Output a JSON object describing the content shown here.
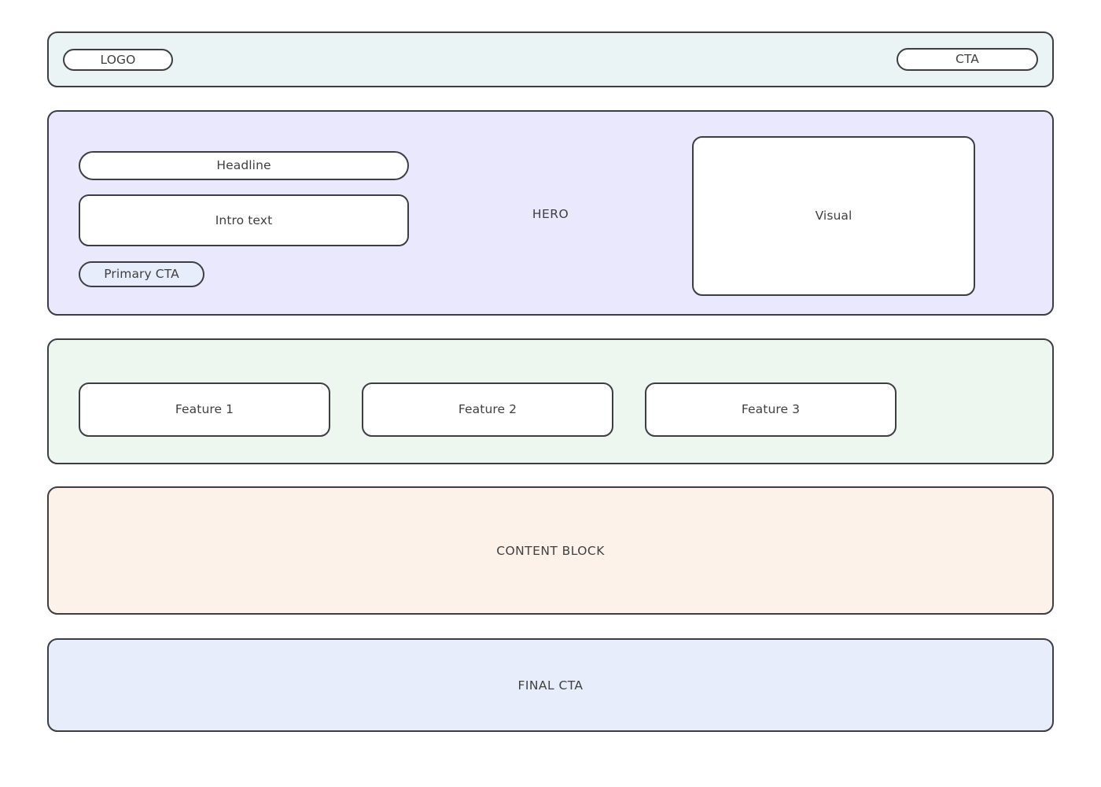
{
  "page": {
    "background_color": "#ffffff",
    "border_color": "#3d3d44",
    "text_color": "#40403f"
  },
  "header": {
    "background_color": "#eaf4f4",
    "logo_label": "LOGO",
    "cta_label": "CTA"
  },
  "hero": {
    "background_color": "#eae8fd",
    "section_label": "HERO",
    "headline_label": "Headline",
    "intro_label": "Intro text",
    "primary_cta_label": "Primary CTA",
    "primary_cta_color": "#e7edfb",
    "visual_label": "Visual"
  },
  "features": {
    "background_color": "#edf7ef",
    "cards": [
      {
        "label": "Feature 1"
      },
      {
        "label": "Feature 2"
      },
      {
        "label": "Feature 3"
      }
    ]
  },
  "content_block": {
    "background_color": "#fdf2e9",
    "label": "CONTENT BLOCK"
  },
  "final_cta": {
    "background_color": "#e7edfb",
    "label": "FINAL CTA"
  }
}
